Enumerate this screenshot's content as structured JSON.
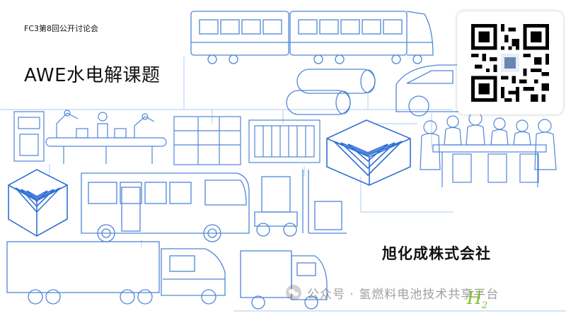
{
  "slide": {
    "event_label": "FC3第8回公开讨论会",
    "title": "AWE水电解课题",
    "company": "旭化成株式会社"
  },
  "watermark": {
    "icon": "wechat-icon",
    "text": "公众号 · 氢燃料电池技术共享平台"
  },
  "logo": {
    "text": "H",
    "subscript": "2",
    "color": "#7bbf2a"
  },
  "colors": {
    "line_art": "#4f86d8",
    "line_art_light": "#bcd4f3",
    "cube_outline": "#2f6fd6"
  },
  "qr_code": {
    "icon": "qr-code-icon"
  }
}
